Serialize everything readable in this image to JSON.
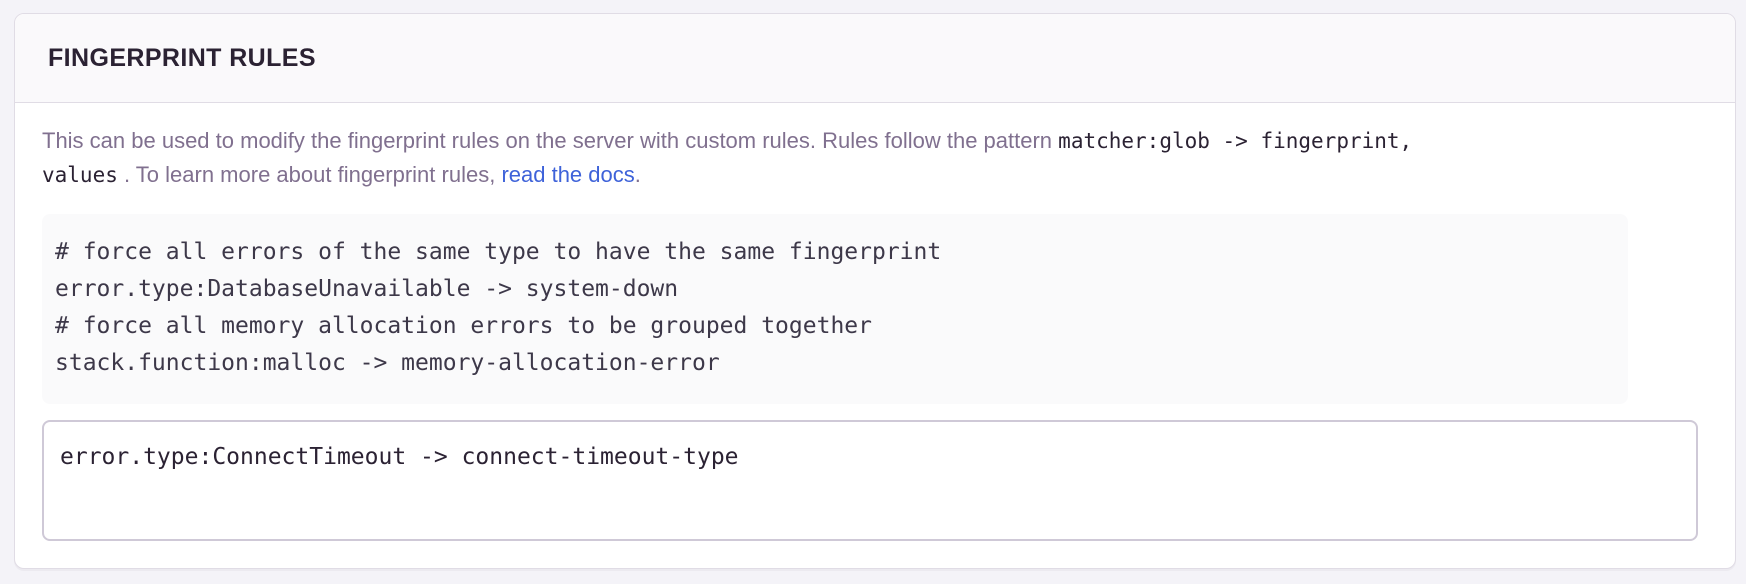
{
  "panel": {
    "header": {
      "title": "FINGERPRINT RULES"
    },
    "description": {
      "text1": "This can be used to modify the fingerprint rules on the server with custom rules. Rules follow the pattern ",
      "code_line1": "matcher:glob -> fingerprint,",
      "code_line2": "values",
      "text2": " . To learn more about fingerprint rules, ",
      "link_label": "read the docs",
      "period": "."
    },
    "example": {
      "code": "# force all errors of the same type to have the same fingerprint\nerror.type:DatabaseUnavailable -> system-down\n# force all memory allocation errors to be grouped together\nstack.function:malloc -> memory-allocation-error"
    },
    "input": {
      "value": "error.type:ConnectTimeout -> connect-timeout-type"
    }
  },
  "colors": {
    "page_background": "#F4F3F8",
    "panel_background": "#FFFFFF",
    "header_background": "#FAF9FB",
    "border": "#E0DCE5",
    "textarea_border": "#CFC9D7",
    "title_text": "#2B2233",
    "body_text": "#80708F",
    "code_text": "#3D3849",
    "link": "#3E62D9",
    "code_block_background": "#FAFAFB"
  }
}
